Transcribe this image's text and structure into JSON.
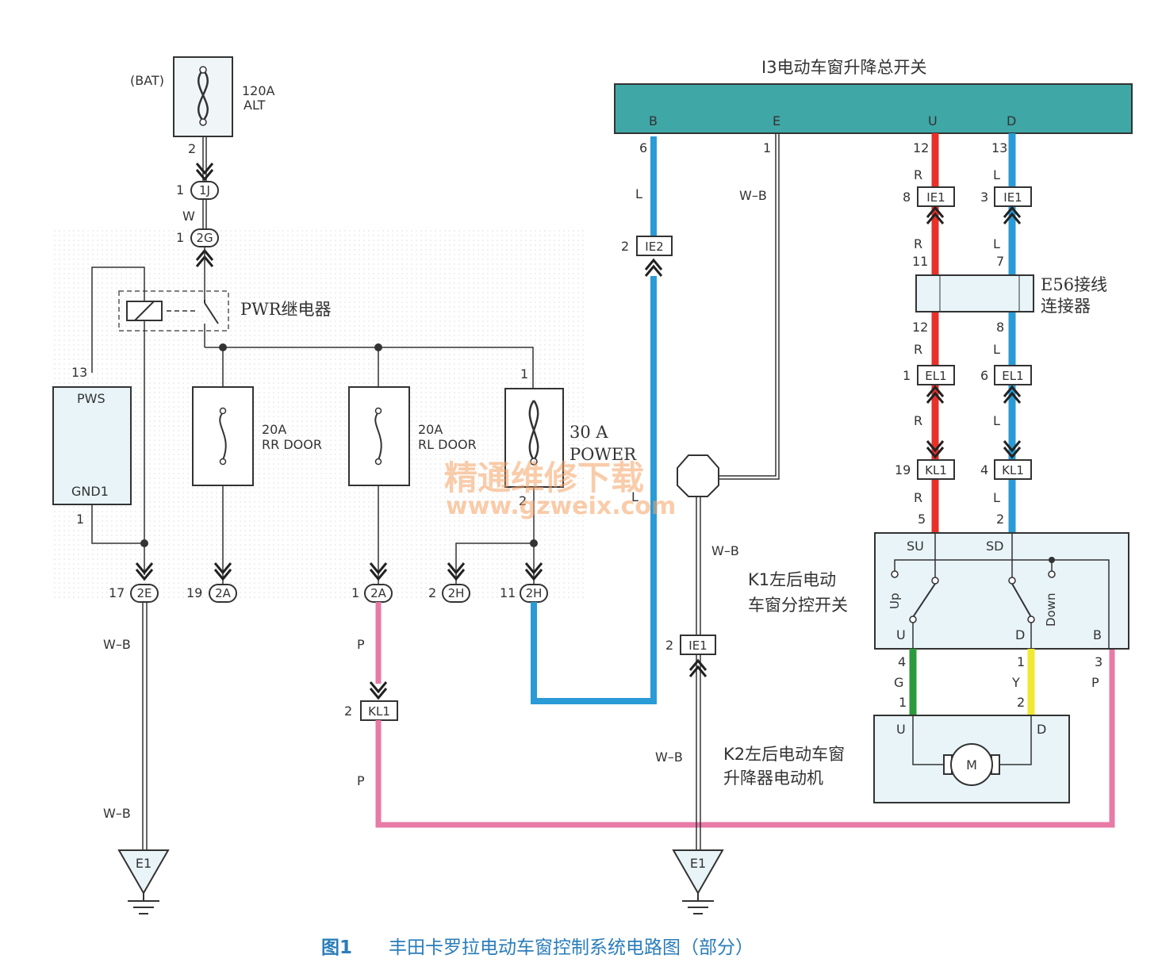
{
  "caption": {
    "fig": "图1",
    "title": "丰田卡罗拉电动车窗控制系统电路图（部分）"
  },
  "watermark": {
    "cn": "精通维修下载",
    "url": "www.gzweix.com"
  },
  "colors": {
    "red_wire": "#e8302a",
    "blue_wire": "#2a9bd6",
    "pink_wire": "#e87aa6",
    "green_wire": "#2a9a3c",
    "yellow_wire": "#f0e832",
    "teal_panel": "#3fa7a6",
    "light_panel": "#e8f4f8"
  },
  "battery": {
    "bat": "(BAT)",
    "fuse": "120A",
    "fuse2": "ALT",
    "pin": "2"
  },
  "conn_1j": {
    "pin": "1",
    "name": "1J",
    "wire": "W"
  },
  "conn_2g": {
    "pin": "1",
    "name": "2G"
  },
  "relay": {
    "label": "PWR继电器"
  },
  "ecu": {
    "pin_top": "13",
    "top": "PWS",
    "bottom": "GND1",
    "pin_bot": "1"
  },
  "fuse_rr": {
    "amp": "20A",
    "name": "RR DOOR"
  },
  "fuse_rl": {
    "amp": "20A",
    "name": "RL DOOR"
  },
  "fuse_power": {
    "pin_top": "1",
    "amp": "30 A",
    "name": "POWER",
    "pin_bot": "2"
  },
  "bottom_conns": {
    "c2e": {
      "pin": "17",
      "name": "2E"
    },
    "c2a_a": {
      "pin": "19",
      "name": "2A"
    },
    "c2a_b": {
      "pin": "1",
      "name": "2A"
    },
    "c2h_a": {
      "pin": "2",
      "name": "2H"
    },
    "c2h_b": {
      "pin": "11",
      "name": "2H"
    }
  },
  "left_ground": {
    "wire1": "W–B",
    "wire2": "W–B",
    "name": "E1"
  },
  "pink_path": {
    "wire1": "P",
    "kl1_pin": "2",
    "kl1": "KL1",
    "wire2": "P"
  },
  "master_switch": {
    "title": "I3电动车窗升降总开关",
    "b": "B",
    "e": "E",
    "u": "U",
    "d": "D",
    "pin_b": "6",
    "pin_e": "1",
    "pin_u": "12",
    "pin_d": "13"
  },
  "ie2": {
    "pin": "2",
    "name": "IE2",
    "wire": "L"
  },
  "e_wire": {
    "wire": "W–B"
  },
  "mid_ground": {
    "wire1": "W–B",
    "ie1_pin": "2",
    "ie1": "IE1",
    "wire2": "W–B",
    "name": "E1"
  },
  "red_col": {
    "w1": "R",
    "ie1_pin": "8",
    "ie1": "IE1",
    "w2": "R",
    "p11": "11",
    "p12": "12",
    "w3": "R",
    "el1_pin": "1",
    "el1": "EL1",
    "w4": "R",
    "kl1_pin": "19",
    "kl1": "KL1",
    "w5": "R",
    "p5": "5"
  },
  "blue_col": {
    "w1": "L",
    "ie1_pin": "3",
    "ie1": "IE1",
    "w2": "L",
    "p7": "7",
    "p8": "8",
    "w3": "L",
    "el1_pin": "6",
    "el1": "EL1",
    "w4": "L",
    "kl1_pin": "4",
    "kl1": "KL1",
    "w5": "L",
    "p2": "2"
  },
  "e56": {
    "line1": "E56接线",
    "line2": "连接器"
  },
  "k1": {
    "line1": "K1左后电动",
    "line2": "车窗分控开关",
    "su": "SU",
    "sd": "SD",
    "up": "Up",
    "down": "Down",
    "u": "U",
    "d": "D",
    "b": "B"
  },
  "k1_out": {
    "p4": "4",
    "g": "G",
    "p1": "1",
    "p1b": "1",
    "y": "Y",
    "p2": "2",
    "p3": "3",
    "p": "P"
  },
  "k2": {
    "line1": "K2左后电动车窗",
    "line2": "升降器电动机",
    "u": "U",
    "d": "D",
    "m": "M"
  }
}
